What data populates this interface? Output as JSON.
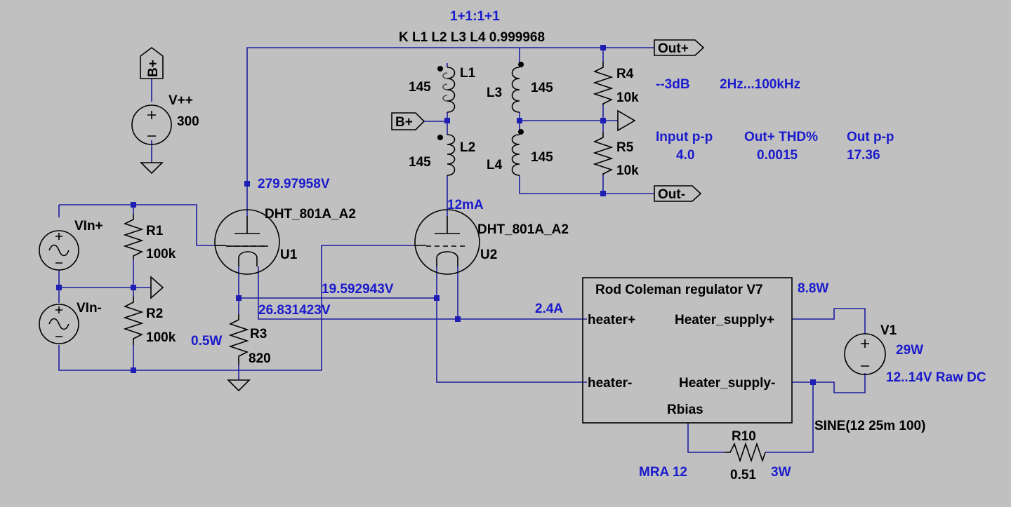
{
  "transformer": {
    "ratio": "1+1:1+1",
    "coupling": "K L1 L2 L3 L4  0.999968"
  },
  "components": {
    "L1": {
      "name": "L1",
      "value": "145"
    },
    "L2": {
      "name": "L2",
      "value": "145"
    },
    "L3": {
      "name": "L3",
      "value": "145"
    },
    "L4": {
      "name": "L4",
      "value": "145"
    },
    "R1": {
      "name": "R1",
      "value": "100k"
    },
    "R2": {
      "name": "R2",
      "value": "100k"
    },
    "R3": {
      "name": "R3",
      "value": "820"
    },
    "R4": {
      "name": "R4",
      "value": "10k"
    },
    "R5": {
      "name": "R5",
      "value": "10k"
    },
    "R10": {
      "name": "R10",
      "value": "0.51"
    },
    "U1": {
      "name": "U1",
      "model": "DHT_801A_A2"
    },
    "U2": {
      "name": "U2",
      "model": "DHT_801A_A2"
    },
    "Vpp": {
      "name": "V++",
      "value": "300"
    },
    "VInP": {
      "name": "VIn+"
    },
    "VInN": {
      "name": "VIn-"
    },
    "V1": {
      "name": "V1"
    }
  },
  "ports": {
    "bplus": "B+",
    "outp": "Out+",
    "outn": "Out-"
  },
  "regulator": {
    "title": "Rod Coleman regulator V7",
    "heater_p": "heater+",
    "heater_n": "heater-",
    "supply_p": "Heater_supply+",
    "supply_n": "Heater_supply-",
    "rbias": "Rbias"
  },
  "annotations": {
    "plate_v": "279.97958V",
    "v_1959": "19.592943V",
    "v_2683": "26.831423V",
    "i_plate": "12mA",
    "i_heater": "2.4A",
    "p_r3": "0.5W",
    "p_reg": "8.8W",
    "p_v1": "29W",
    "v1_desc": "12..14V Raw DC",
    "sine": "SINE(12 25m 100)",
    "mra": "MRA 12",
    "p_r10": "3W",
    "bw": "--3dB",
    "bw_range": "2Hz...100kHz",
    "in_pp_label": "Input p-p",
    "in_pp_val": "4.0",
    "thd_label": "Out+ THD%",
    "thd_val": "0.0015",
    "out_pp_label": "Out p-p",
    "out_pp_val": "17.36"
  },
  "colors": {
    "background": "#c0c0c0",
    "wire": "#1e1ea0",
    "annotation": "#1a1acd",
    "label": "#000000"
  }
}
